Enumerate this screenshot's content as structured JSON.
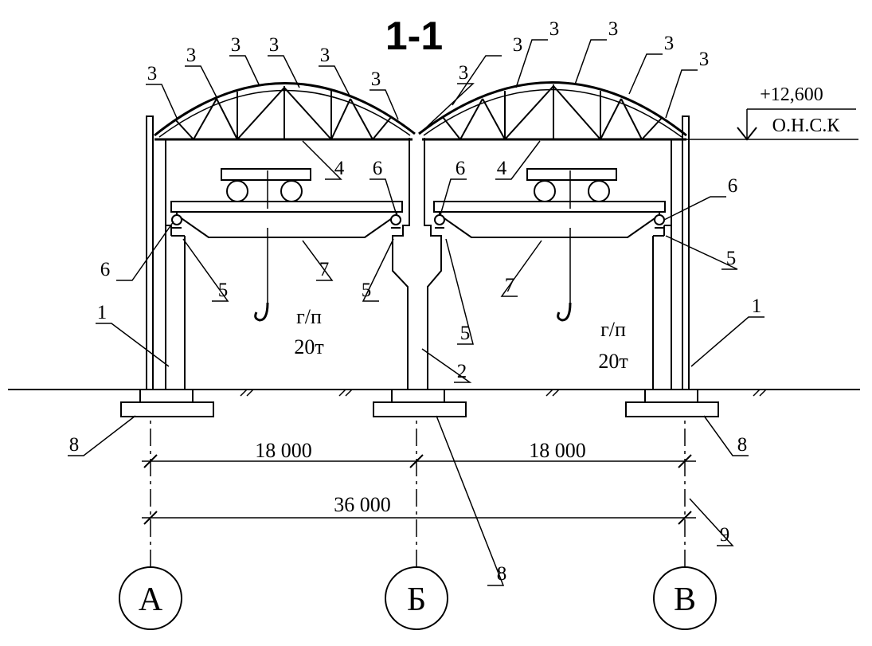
{
  "section_title": "1-1",
  "elevation": {
    "value": "+12,600",
    "label": "О.Н.С.К"
  },
  "dimensions": {
    "span_1": "18 000",
    "span_2": "18 000",
    "total": "36 000"
  },
  "crane_left": {
    "type": "г/п",
    "capacity": "20т"
  },
  "crane_right": {
    "type": "г/п",
    "capacity": "20т"
  },
  "axes": [
    "А",
    "Б",
    "В"
  ],
  "callouts": {
    "n1": "1",
    "n2": "2",
    "n3": "3",
    "n4": "4",
    "n5": "5",
    "n6": "6",
    "n7": "7",
    "n8": "8",
    "n9": "9"
  }
}
